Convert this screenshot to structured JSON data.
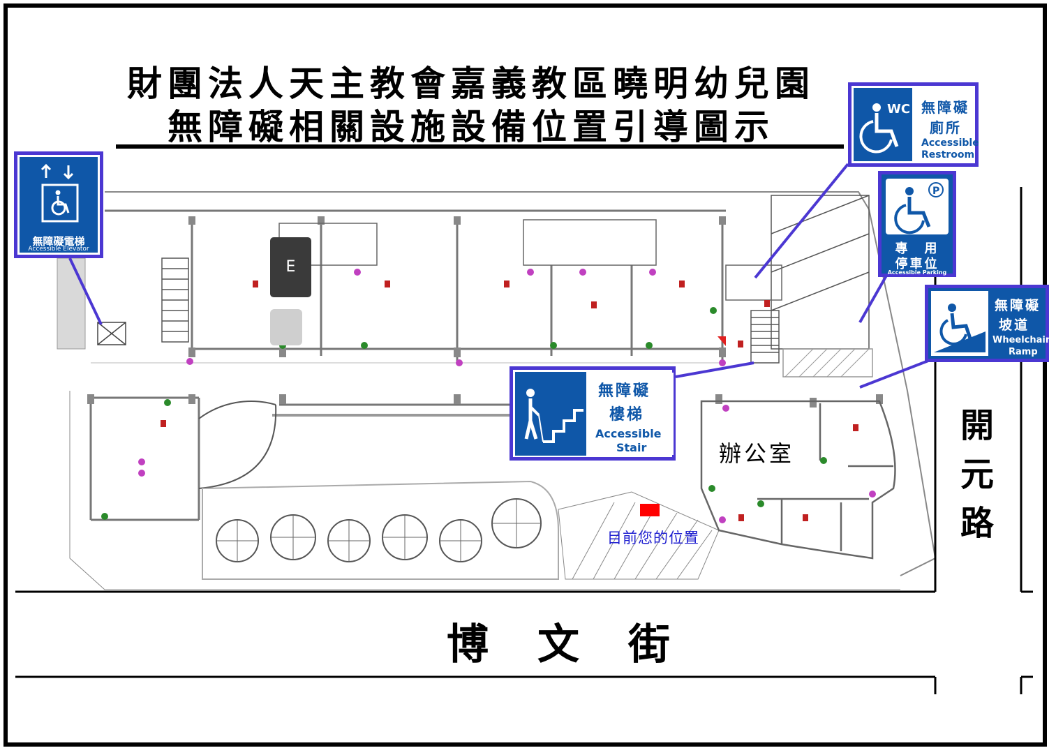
{
  "title": {
    "line1": "財團法人天主教會嘉義教區曉明幼兒園",
    "line2": "無障礙相關設施設備位置引導圖示"
  },
  "streets": {
    "bottom": "博文街",
    "right": "開元路"
  },
  "signs": {
    "elevator": {
      "cn": "無障礙電梯",
      "en": "Accessible Elevator",
      "icon": "elevator-wheelchair-icon"
    },
    "restroom": {
      "cn1": "無障礙",
      "cn2": "廁所",
      "en1": "Accessible",
      "en2": "Restroom",
      "badge": "WC",
      "icon": "wheelchair-icon"
    },
    "parking": {
      "cn1": "專　用",
      "cn2": "停車位",
      "en": "Accessible  Parking",
      "badge": "P",
      "icon": "parking-wheelchair-icon"
    },
    "ramp": {
      "cn1": "無障礙",
      "cn2": "坡道",
      "en1": "Wheelchair",
      "en2": "Ramp",
      "icon": "ramp-wheelchair-icon"
    },
    "stair": {
      "cn1": "無障礙",
      "cn2": "樓梯",
      "en1": "Accessible",
      "en2": "Stair",
      "icon": "stair-cane-icon"
    }
  },
  "map": {
    "office_label": "辦公室",
    "you_are_here": "目前您的位置",
    "elevator_letter": "E",
    "marker_color": "#ff0000"
  },
  "colors": {
    "sign_border": "#4b37d2",
    "sign_blue": "#0f57a8",
    "you_are_here_text": "#2020d0"
  }
}
